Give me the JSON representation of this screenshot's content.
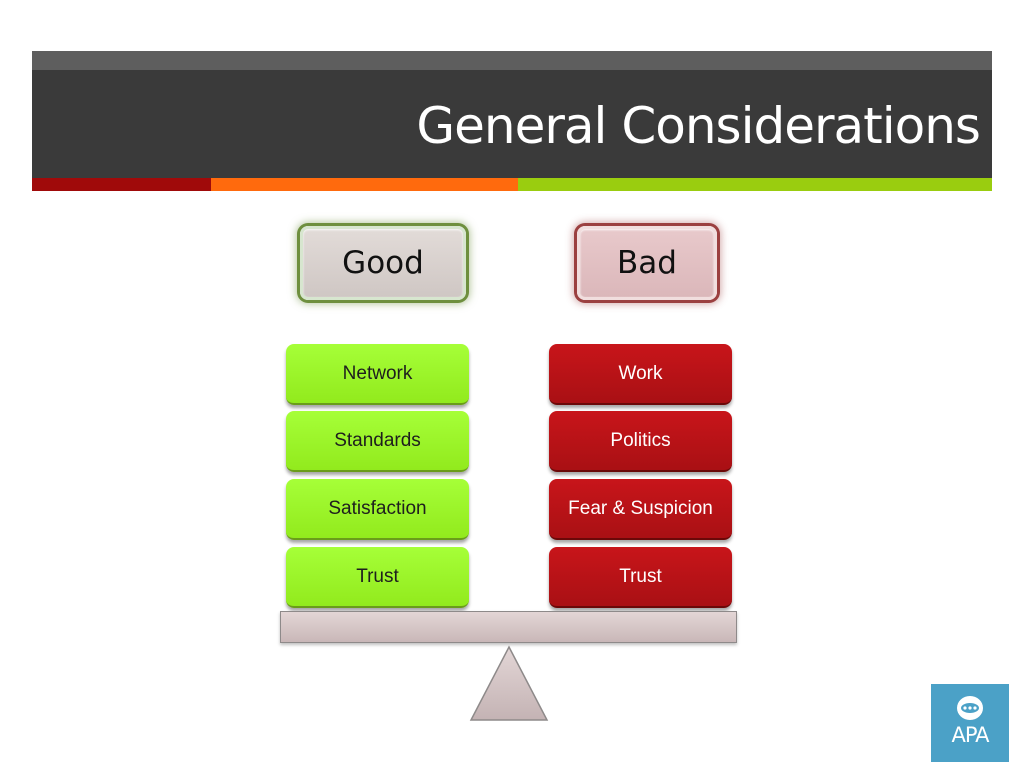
{
  "slide": {
    "title": "General Considerations"
  },
  "colors": {
    "header": "#3a3a3a",
    "accent_red": "#a00a0a",
    "accent_orange": "#ff6a0d",
    "accent_green": "#9acd0f",
    "good_block": "#9af52a",
    "bad_block": "#b81217",
    "logo_bg": "#4ba1c7"
  },
  "good": {
    "heading": "Good",
    "items": [
      "Network",
      "Standards",
      "Satisfaction",
      "Trust"
    ]
  },
  "bad": {
    "heading": "Bad",
    "items": [
      "Work",
      "Politics",
      "Fear & Suspicion",
      "Trust"
    ]
  },
  "logo": {
    "icon": "apa-emblem-icon",
    "text": "APA"
  }
}
